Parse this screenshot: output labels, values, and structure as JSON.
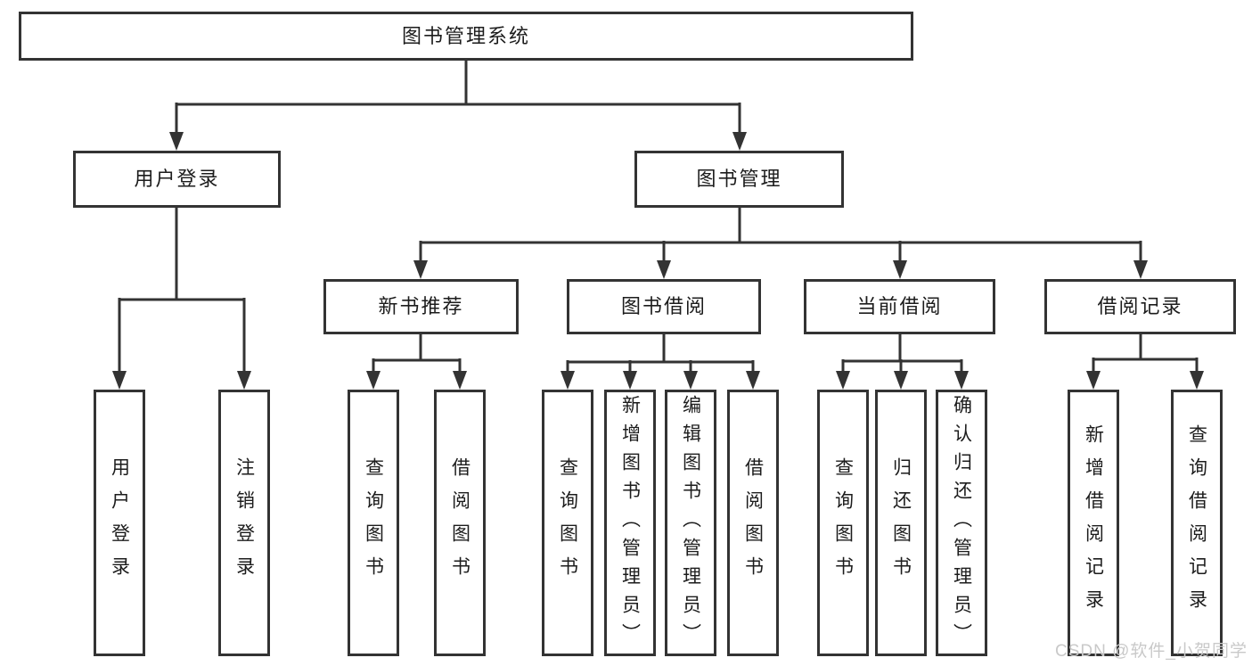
{
  "diagram": {
    "root": "图书管理系统",
    "level2": [
      "用户登录",
      "图书管理"
    ],
    "level3": [
      "新书推荐",
      "图书借阅",
      "当前借阅",
      "借阅记录"
    ],
    "leaves": [
      "用户登录",
      "注销登录",
      "查询图书",
      "借阅图书",
      "查询图书",
      "新增图书（管理员）",
      "编辑图书（管理员）",
      "借阅图书",
      "查询图书",
      "归还图书",
      "确认归还（管理员）",
      "新增借阅记录",
      "查询借阅记录"
    ]
  },
  "watermark": "CSDN @软件_小贺同学",
  "colors": {
    "line": "#333333",
    "background": "#ffffff",
    "text": "#1c1c1c",
    "watermark": "#c9c9c9"
  }
}
